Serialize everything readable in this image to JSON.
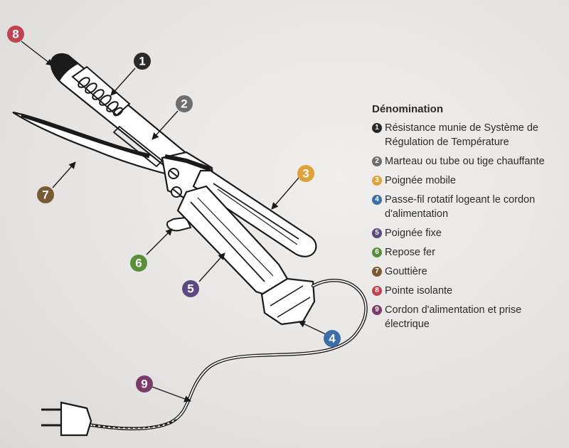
{
  "legend": {
    "title": "Dénomination",
    "items": [
      {
        "num": "1",
        "color": "#2a2a2a",
        "text": "Résistance munie de Système de Régulation de Température"
      },
      {
        "num": "2",
        "color": "#6e6e6e",
        "text": "Marteau ou tube ou tige chauffante"
      },
      {
        "num": "3",
        "color": "#e0a03a",
        "text": "Poignée mobile"
      },
      {
        "num": "4",
        "color": "#3a6ea8",
        "text": "Passe-fil rotatif logeant le cordon d'alimentation"
      },
      {
        "num": "5",
        "color": "#5b4a82",
        "text": "Poignée fixe"
      },
      {
        "num": "6",
        "color": "#5a8f3a",
        "text": "Repose fer"
      },
      {
        "num": "7",
        "color": "#7a5a32",
        "text": "Gouttière"
      },
      {
        "num": "8",
        "color": "#c0444f",
        "text": "Pointe isolante"
      },
      {
        "num": "9",
        "color": "#7a3a6a",
        "text": "Cordon d'alimentation et prise électrique"
      }
    ]
  },
  "markers": [
    {
      "num": "8",
      "color": "#c0444f"
    },
    {
      "num": "1",
      "color": "#2a2a2a"
    },
    {
      "num": "2",
      "color": "#6e6e6e"
    },
    {
      "num": "3",
      "color": "#e0a03a"
    },
    {
      "num": "7",
      "color": "#7a5a32"
    },
    {
      "num": "6",
      "color": "#5a8f3a"
    },
    {
      "num": "5",
      "color": "#5b4a82"
    },
    {
      "num": "4",
      "color": "#3a6ea8"
    },
    {
      "num": "9",
      "color": "#7a3a6a"
    }
  ]
}
